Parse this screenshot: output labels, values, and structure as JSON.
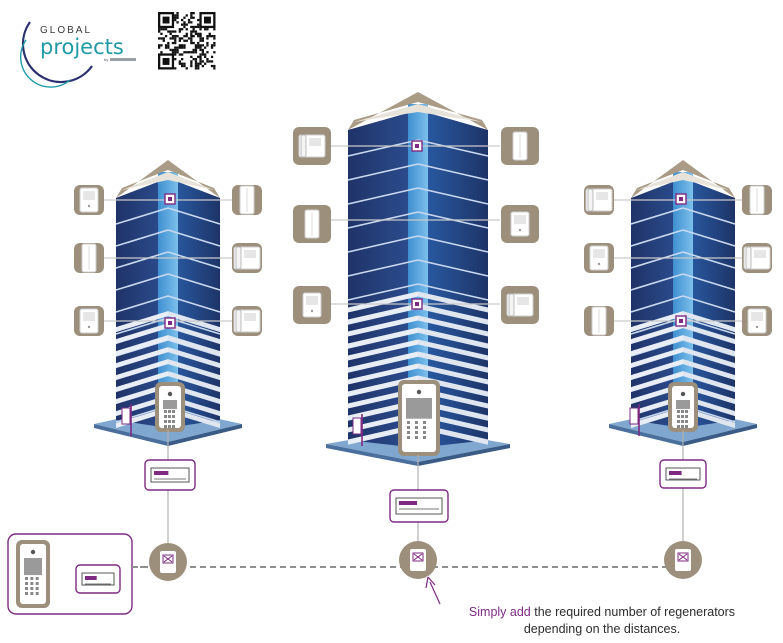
{
  "logo": {
    "line1": "GLOBAL",
    "line2": "projects",
    "by": "by"
  },
  "caption": {
    "highlight": "Simply add",
    "line1_rest": " the required number of regenerators",
    "line2": "depending on the distances."
  },
  "colors": {
    "building_dark": "#243a73",
    "building_blue": "#2f6fb5",
    "building_light": "#78b8e6",
    "roof": "#a99b86",
    "device_bg": "#9c8f7c",
    "accent_purple": "#7e2a83",
    "line_gray": "#9aa0a6",
    "bus_dashed": "#8e8e8e"
  },
  "icons": [
    "qr-code-icon",
    "monitor-icon",
    "handset-monitor-icon",
    "handset-icon",
    "entrance-panel-icon",
    "power-supply-icon",
    "regenerator-icon",
    "distribution-module-icon"
  ]
}
